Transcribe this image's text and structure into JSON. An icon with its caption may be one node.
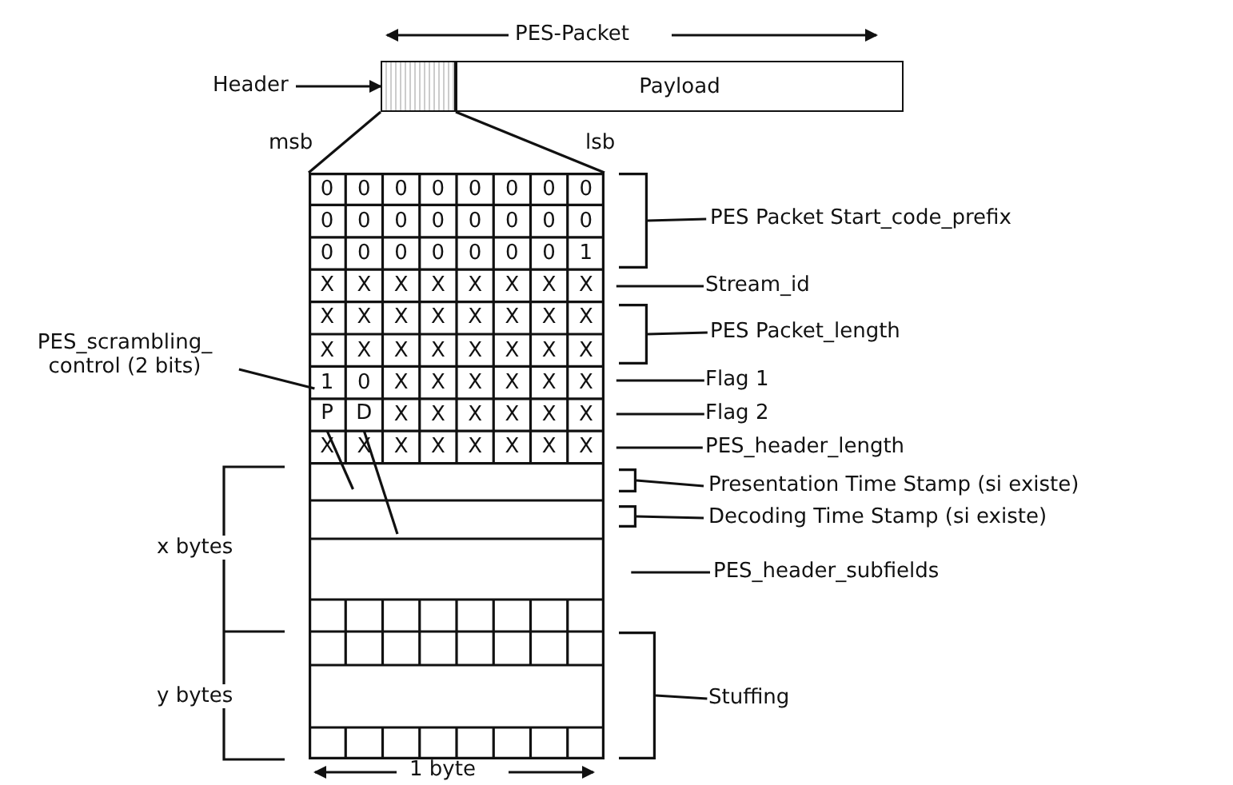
{
  "diagram": {
    "nodes": [
      {
        "text": [
          "Header"
        ]
      },
      {
        "text": [],
        "shape": "box"
      },
      {
        "text": [
          "Payload"
        ]
      },
      {
        "text": [],
        "shape": "grid"
      },
      {
        "text": [
          "PES_scrambling_ control (2 bits)"
        ]
      },
      {
        "text": [
          "P"
        ],
        "in": 3
      },
      {
        "text": [
          "D"
        ],
        "in": 3
      },
      {
        "text": [
          "PES Packet Start_code_prefix"
        ]
      },
      {
        "text": [
          "Stream_id"
        ]
      },
      {
        "text": [
          "PES Packet_length"
        ]
      },
      {
        "text": [
          "Flag 1"
        ]
      },
      {
        "text": [
          "Flag 2"
        ]
      },
      {
        "text": [
          "PES_header_length"
        ]
      },
      {
        "text": [
          "Presentation Time Stamp (si existe)"
        ]
      },
      {
        "text": [
          "Decoding Time Stamp (si existe)"
        ]
      },
      {
        "text": [
          "PES_header_subfields"
        ]
      },
      {
        "text": [
          "Stuffing"
        ]
      },
      {
        "text": [],
        "shape": "bracket"
      },
      {
        "text": [],
        "shape": "bracket"
      },
      {
        "text": [],
        "shape": "bracket"
      },
      {
        "text": [],
        "shape": "bracket"
      },
      {
        "text": [],
        "shape": "bracket"
      }
    ],
    "edges": [
      {
        "from": 0,
        "to": 1,
        "arrow": "to"
      },
      {
        "from": 1,
        "to": 3,
        "arrow": "none"
      },
      {
        "from": 1,
        "to": 3,
        "arrow": "none"
      },
      {
        "from": 4,
        "to": 3,
        "arrow": "none"
      },
      {
        "from": 5,
        "to": 3,
        "arrow": "none"
      },
      {
        "from": 6,
        "to": 3,
        "arrow": "none"
      },
      {
        "from": 7,
        "to": 17,
        "arrow": "none"
      },
      {
        "from": 8,
        "to": 3,
        "arrow": "none"
      },
      {
        "from": 9,
        "to": 18,
        "arrow": "none"
      },
      {
        "from": 10,
        "to": 3,
        "arrow": "none"
      },
      {
        "from": 11,
        "to": 3,
        "arrow": "none"
      },
      {
        "from": 12,
        "to": 3,
        "arrow": "none"
      },
      {
        "from": 13,
        "to": 19,
        "arrow": "none"
      },
      {
        "from": 14,
        "to": 20,
        "arrow": "none"
      },
      {
        "from": 15,
        "to": 3,
        "arrow": "none"
      },
      {
        "from": 16,
        "to": 21,
        "arrow": "none"
      }
    ],
    "labels": [
      "PES-Packet",
      "msb",
      "lsb",
      "0",
      "0",
      "0",
      "0",
      "0",
      "0",
      "0",
      "0",
      "0",
      "0",
      "0",
      "0",
      "0",
      "0",
      "0",
      "0",
      "0",
      "0",
      "0",
      "0",
      "0",
      "0",
      "0",
      "1",
      "X",
      "X",
      "X",
      "X",
      "X",
      "X",
      "X",
      "X",
      "X",
      "X",
      "X",
      "X",
      "X",
      "X",
      "X",
      "X",
      "X",
      "X",
      "X",
      "X",
      "X",
      "X",
      "X",
      "X",
      "1",
      "0",
      "X",
      "X",
      "X",
      "X",
      "X",
      "X",
      "X",
      "X",
      "X",
      "X",
      "X",
      "X",
      "X",
      "X",
      "X",
      "X",
      "X",
      "X",
      "X",
      "X",
      "x bytes",
      "y bytes",
      "1 byte"
    ]
  }
}
